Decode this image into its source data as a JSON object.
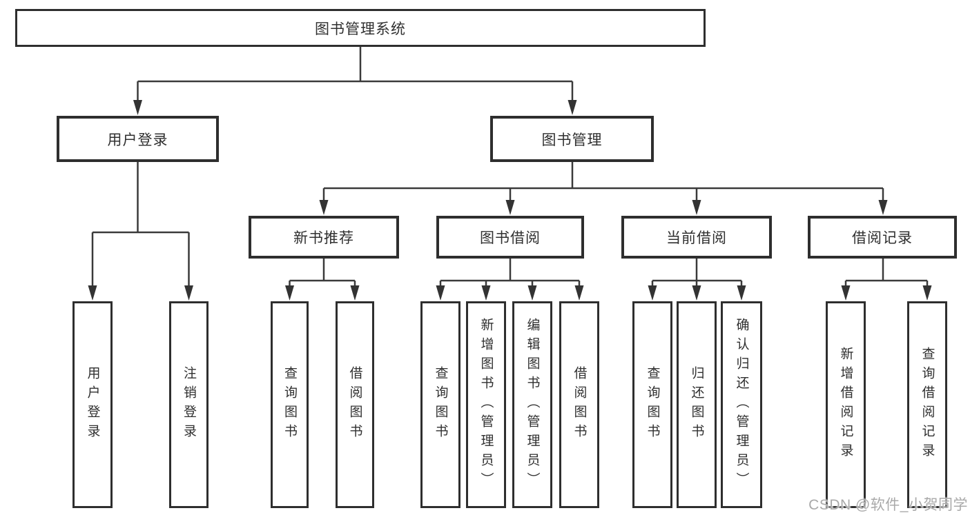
{
  "diagram": {
    "type": "hierarchy-tree",
    "tree": {
      "root": {
        "label": "图书管理系统",
        "children": [
          {
            "label": "用户登录",
            "children": [
              {
                "label": "用户登录"
              },
              {
                "label": "注销登录"
              }
            ]
          },
          {
            "label": "图书管理",
            "children": [
              {
                "label": "新书推荐",
                "children": [
                  {
                    "label": "查询图书"
                  },
                  {
                    "label": "借阅图书"
                  }
                ]
              },
              {
                "label": "图书借阅",
                "children": [
                  {
                    "label": "查询图书"
                  },
                  {
                    "label": "新增图书（管理员）"
                  },
                  {
                    "label": "编辑图书（管理员）"
                  },
                  {
                    "label": "借阅图书"
                  }
                ]
              },
              {
                "label": "当前借阅",
                "children": [
                  {
                    "label": "查询图书"
                  },
                  {
                    "label": "归还图书"
                  },
                  {
                    "label": "确认归还（管理员）"
                  }
                ]
              },
              {
                "label": "借阅记录",
                "children": [
                  {
                    "label": "新增借阅记录"
                  },
                  {
                    "label": "查询借阅记录"
                  }
                ]
              }
            ]
          }
        ]
      }
    },
    "colors": {
      "line": "#3a3a3a",
      "arrow": "#333333",
      "box_border": "#2e2e2e",
      "text": "#2f2f2f",
      "background": "#ffffff",
      "watermark_text": "#a9a9a9"
    }
  },
  "watermark": {
    "text": "CSDN @软件_小贺同学"
  }
}
